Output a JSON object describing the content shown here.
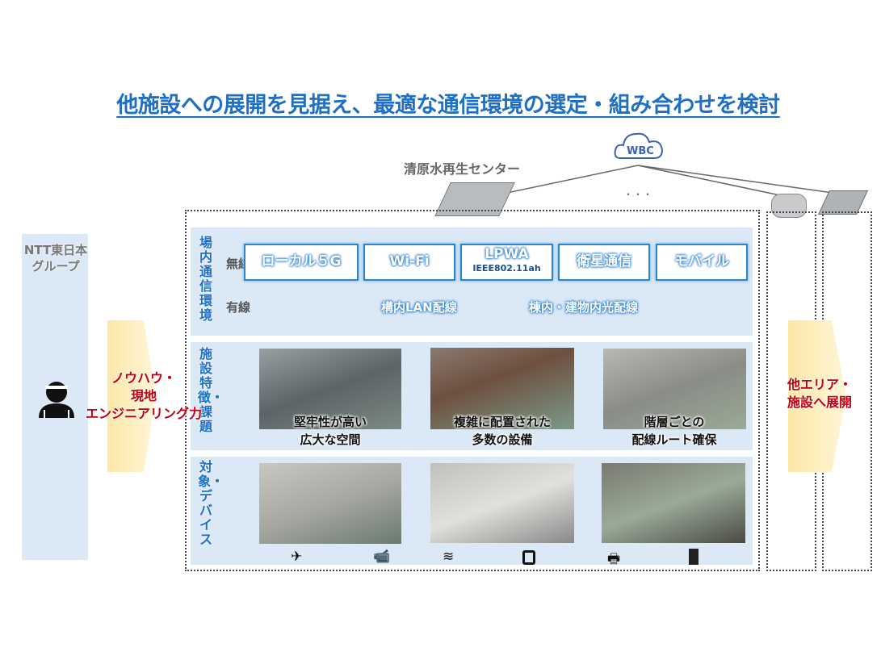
{
  "title": "他施設への展開を見据え、最適な通信環境の選定・組み合わせを検討",
  "cloud": {
    "label": "WBC",
    "icon": "cloud-icon"
  },
  "site_name": "清原水再生センター",
  "ellipsis": "・・・",
  "left": {
    "org": "NTT東日本\nグループ",
    "arrow_text": "ノウハウ・\n現地\nエンジニアリング力",
    "icon": "worker-icon"
  },
  "right": {
    "arrow_text": "他エリア・\n施設へ展開"
  },
  "sections": {
    "network": {
      "label": "場内通信環境",
      "wireless_label": "無線",
      "wired_label": "有線",
      "wireless": [
        "ローカル５G",
        "Wi-Fi",
        "LPWA",
        "衛星通信",
        "モバイル"
      ],
      "lpwa_sub": "IEEE802.11ah",
      "wired": [
        "構内LAN配線",
        "棟内・建物内光配線"
      ]
    },
    "features": {
      "label": "施設特徴・課題",
      "captions": [
        "堅牢性が高い\n広大な空間",
        "複雑に配置された\n多数の設備",
        "階層ごとの\n配線ルート確保"
      ]
    },
    "devices": {
      "label": "対象・デバイス",
      "icons": [
        "drone-icon",
        "camera-icon",
        "water-level-sensor-icon",
        "meter-sensor-icon",
        "robot-terminal-icon",
        "gateway-device-icon"
      ]
    }
  },
  "colors": {
    "accent": "#1f6fc5",
    "panel": "#dbe8f5",
    "highlight_text": "#c00010",
    "arrow": "#fbe7a8"
  }
}
